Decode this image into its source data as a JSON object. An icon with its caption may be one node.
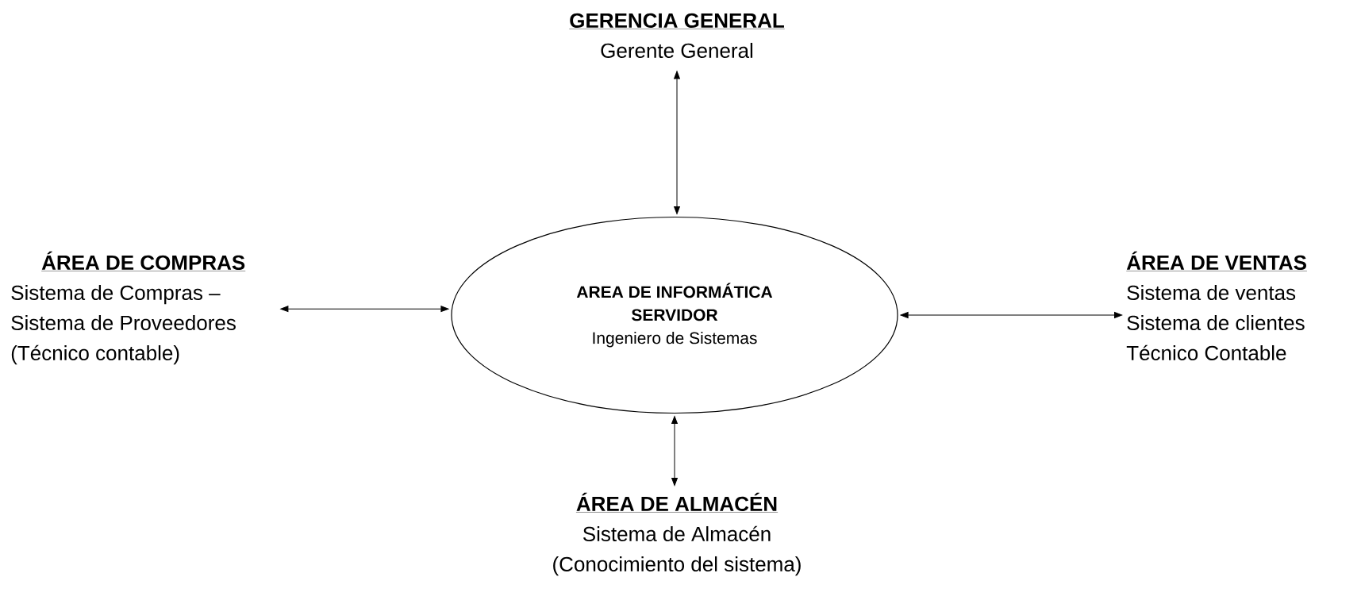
{
  "diagram": {
    "nodes": [
      {
        "text": [
          "GERENCIA GENERAL",
          "Gerente General"
        ]
      },
      {
        "text": [
          "AREA DE INFORMÁTICA SERVIDOR",
          "Ingeniero de Sistemas"
        ]
      },
      {
        "text": [
          "ÁREA DE COMPRAS",
          "Sistema de Compras – Sistema de Proveedores",
          "(Técnico contable)"
        ]
      },
      {
        "text": [
          "ÁREA DE VENTAS",
          "Sistema de ventas",
          "Sistema de clientes",
          "Técnico Contable"
        ]
      },
      {
        "text": [
          "ÁREA DE ALMACÉN",
          "Sistema de Almacén",
          "(Conocimiento del sistema)"
        ]
      }
    ],
    "edges": [
      {
        "from": 0,
        "to": 1,
        "arrow": "both"
      },
      {
        "from": 2,
        "to": 1,
        "arrow": "both"
      },
      {
        "from": 1,
        "to": 3,
        "arrow": "both"
      },
      {
        "from": 1,
        "to": 4,
        "arrow": "both"
      }
    ]
  }
}
